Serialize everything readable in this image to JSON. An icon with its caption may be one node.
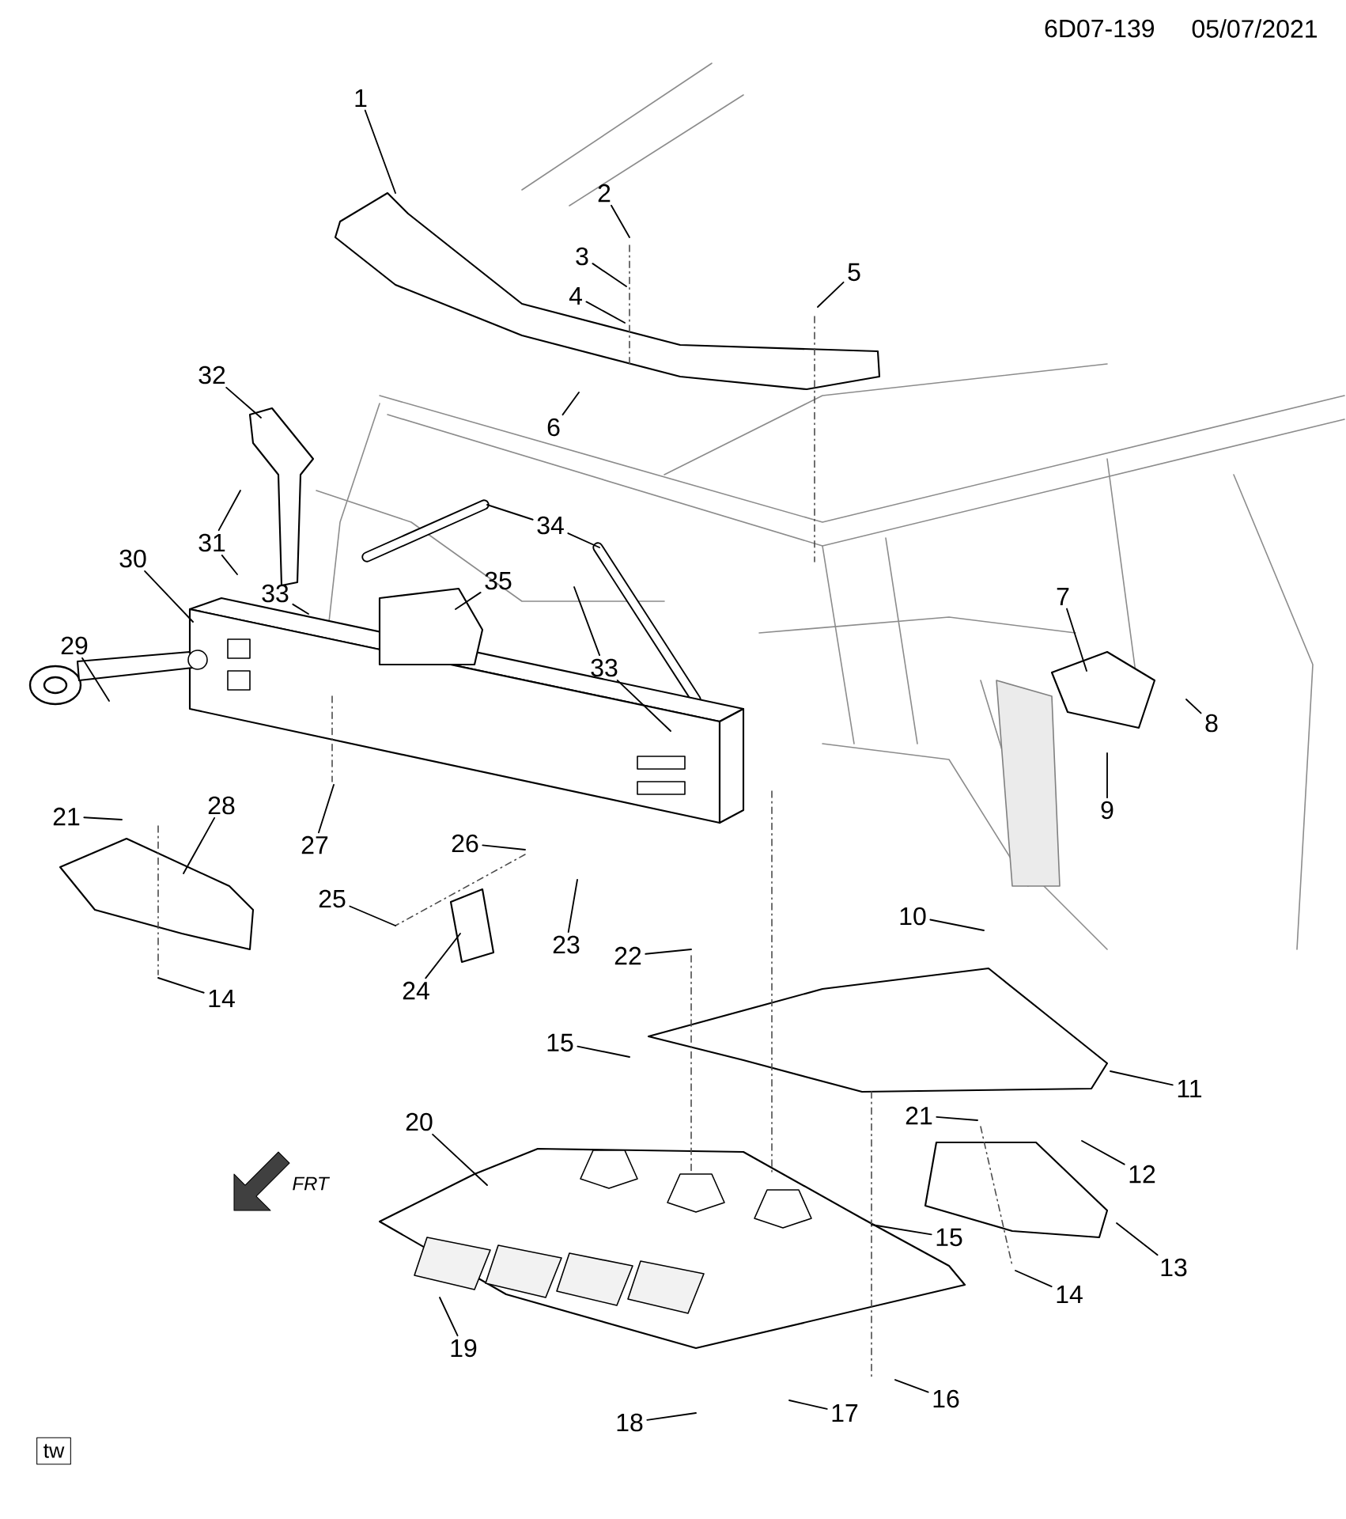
{
  "diagram": {
    "nodes": [
      {
        "text": [
          "1"
        ]
      },
      {
        "text": [
          "2"
        ]
      },
      {
        "text": [
          "3"
        ]
      },
      {
        "text": [
          "4"
        ]
      },
      {
        "text": [
          "5"
        ]
      },
      {
        "text": [
          "6"
        ]
      },
      {
        "text": [
          "7"
        ]
      },
      {
        "text": [
          "8"
        ]
      },
      {
        "text": [
          "9"
        ]
      },
      {
        "text": [
          "10"
        ]
      },
      {
        "text": [
          "11"
        ]
      },
      {
        "text": [
          "12"
        ]
      },
      {
        "text": [
          "13"
        ]
      },
      {
        "text": [
          "14"
        ]
      },
      {
        "text": [
          "14"
        ]
      },
      {
        "text": [
          "15"
        ]
      },
      {
        "text": [
          "15"
        ]
      },
      {
        "text": [
          "16"
        ]
      },
      {
        "text": [
          "17"
        ]
      },
      {
        "text": [
          "18"
        ]
      },
      {
        "text": [
          "19"
        ]
      },
      {
        "text": [
          "20"
        ]
      },
      {
        "text": [
          "21"
        ]
      },
      {
        "text": [
          "21"
        ]
      },
      {
        "text": [
          "22"
        ]
      },
      {
        "text": [
          "23"
        ]
      },
      {
        "text": [
          "24"
        ]
      },
      {
        "text": [
          "25"
        ]
      },
      {
        "text": [
          "26"
        ]
      },
      {
        "text": [
          "27"
        ]
      },
      {
        "text": [
          "28"
        ]
      },
      {
        "text": [
          "29"
        ]
      },
      {
        "text": [
          "30"
        ]
      },
      {
        "text": [
          "31"
        ]
      },
      {
        "text": [
          "32"
        ]
      },
      {
        "text": [
          "33"
        ]
      },
      {
        "text": [
          "33"
        ]
      },
      {
        "text": [
          "34"
        ]
      },
      {
        "text": [
          "35"
        ]
      },
      {
        "text": [
          "tw"
        ]
      }
    ],
    "edges": [
      {
        "from": 0,
        "to": null,
        "arrow": "none"
      },
      {
        "from": 1,
        "to": null,
        "arrow": "none"
      },
      {
        "from": 2,
        "to": null,
        "arrow": "none"
      },
      {
        "from": 3,
        "to": null,
        "arrow": "none"
      },
      {
        "from": 4,
        "to": null,
        "arrow": "none"
      },
      {
        "from": 5,
        "to": null,
        "arrow": "none"
      },
      {
        "from": 6,
        "to": null,
        "arrow": "none"
      },
      {
        "from": 7,
        "to": null,
        "arrow": "none"
      },
      {
        "from": 8,
        "to": null,
        "arrow": "none"
      },
      {
        "from": 9,
        "to": null,
        "arrow": "none"
      },
      {
        "from": 10,
        "to": null,
        "arrow": "none"
      },
      {
        "from": 11,
        "to": null,
        "arrow": "none"
      },
      {
        "from": 12,
        "to": null,
        "arrow": "none"
      },
      {
        "from": 13,
        "to": null,
        "arrow": "none"
      },
      {
        "from": 14,
        "to": null,
        "arrow": "none"
      },
      {
        "from": 15,
        "to": null,
        "arrow": "none"
      },
      {
        "from": 16,
        "to": null,
        "arrow": "none"
      },
      {
        "from": 17,
        "to": null,
        "arrow": "none"
      },
      {
        "from": 18,
        "to": null,
        "arrow": "none"
      },
      {
        "from": 19,
        "to": null,
        "arrow": "none"
      },
      {
        "from": 20,
        "to": null,
        "arrow": "none"
      },
      {
        "from": 21,
        "to": null,
        "arrow": "none"
      },
      {
        "from": 22,
        "to": null,
        "arrow": "none"
      },
      {
        "from": 23,
        "to": null,
        "arrow": "none"
      },
      {
        "from": 24,
        "to": null,
        "arrow": "none"
      },
      {
        "from": 25,
        "to": null,
        "arrow": "none"
      },
      {
        "from": 26,
        "to": null,
        "arrow": "none"
      },
      {
        "from": 27,
        "to": null,
        "arrow": "none"
      },
      {
        "from": 28,
        "to": null,
        "arrow": "none"
      },
      {
        "from": 29,
        "to": null,
        "arrow": "none"
      },
      {
        "from": 30,
        "to": null,
        "arrow": "none"
      },
      {
        "from": 31,
        "to": null,
        "arrow": "none"
      },
      {
        "from": 32,
        "to": null,
        "arrow": "none"
      },
      {
        "from": 33,
        "to": null,
        "arrow": "none"
      },
      {
        "from": 33,
        "to": null,
        "arrow": "none"
      },
      {
        "from": 34,
        "to": null,
        "arrow": "none"
      },
      {
        "from": 35,
        "to": null,
        "arrow": "none"
      },
      {
        "from": 36,
        "to": null,
        "arrow": "none"
      },
      {
        "from": 36,
        "to": null,
        "arrow": "none"
      },
      {
        "from": 37,
        "to": null,
        "arrow": "none"
      },
      {
        "from": 37,
        "to": null,
        "arrow": "none"
      },
      {
        "from": 38,
        "to": null,
        "arrow": "none"
      }
    ],
    "labels": [
      "6D07-139",
      "05/07/2021",
      "FRT"
    ]
  }
}
